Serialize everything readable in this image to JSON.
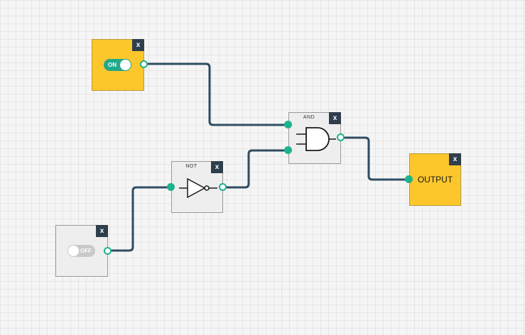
{
  "canvas": {
    "wire_color": "#2f4d63",
    "port_color": "#1eb28e"
  },
  "nodes": {
    "switch_on": {
      "toggle_label": "ON",
      "close_label": "x",
      "state": "on"
    },
    "switch_off": {
      "toggle_label": "OFF",
      "close_label": "x",
      "state": "off"
    },
    "not_gate": {
      "title": "NOT",
      "close_label": "x",
      "icon": "not-gate-icon"
    },
    "and_gate": {
      "title": "AND",
      "close_label": "x",
      "icon": "and-gate-icon"
    },
    "output": {
      "label": "OUTPUT",
      "close_label": "x"
    }
  },
  "connections": [
    {
      "from": "switch_on.out",
      "to": "and_gate.in1"
    },
    {
      "from": "switch_off.out",
      "to": "not_gate.in"
    },
    {
      "from": "not_gate.out",
      "to": "and_gate.in2"
    },
    {
      "from": "and_gate.out",
      "to": "output.in"
    }
  ]
}
